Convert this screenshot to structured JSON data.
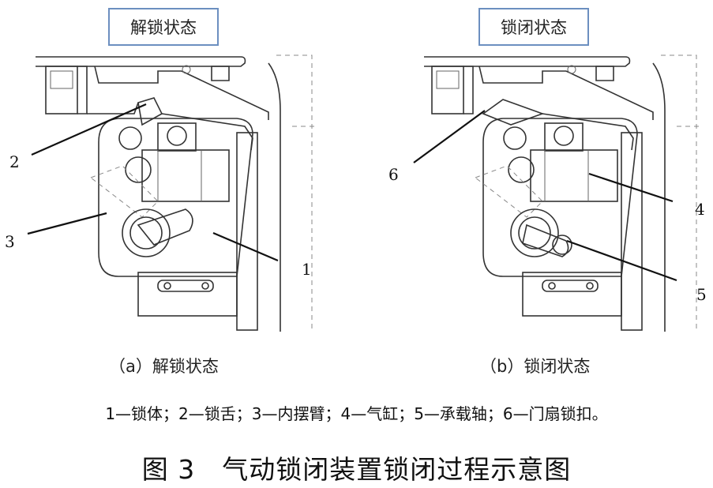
{
  "figure": {
    "state_a_box": "解锁状态",
    "state_b_box": "锁闭状态",
    "caption_a": "（a）解锁状态",
    "caption_b": "（b）锁闭状态",
    "legend": "1—锁体；2—锁舌；3—内摆臂；4—气缸；5—承载轴；6—门扇锁扣。",
    "title": "图 3　气动锁闭装置锁闭过程示意图"
  },
  "callouts": {
    "a": [
      "2",
      "3",
      "1"
    ],
    "b": [
      "6",
      "4",
      "5"
    ]
  }
}
